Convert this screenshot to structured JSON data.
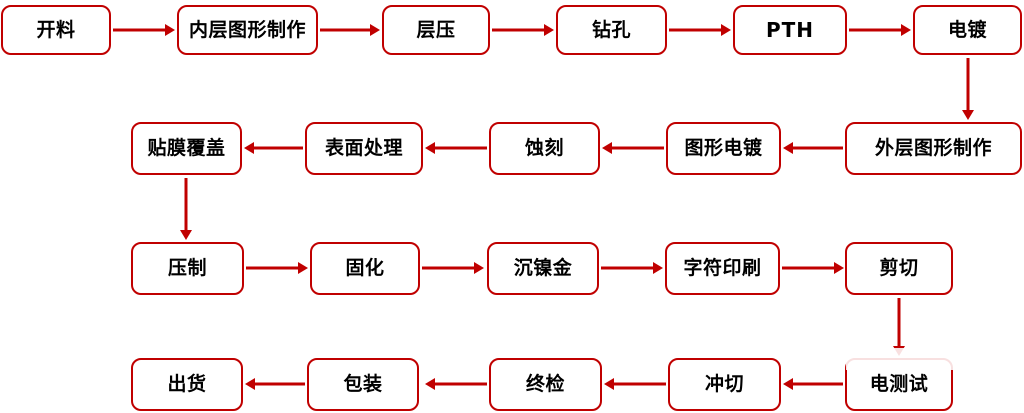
{
  "diagram": {
    "title": "PCB Manufacturing Process Flowchart",
    "colors": {
      "box_border": "#c00000",
      "arrow": "#c00000",
      "text": "#000000",
      "background": "#ffffff"
    },
    "rows": [
      {
        "direction": "left-to-right",
        "nodes": [
          {
            "label": "开料"
          },
          {
            "label": "内层图形制作"
          },
          {
            "label": "层压"
          },
          {
            "label": "钻孔"
          },
          {
            "label": "PTH"
          },
          {
            "label": "电镀"
          }
        ]
      },
      {
        "direction": "right-to-left",
        "nodes": [
          {
            "label": "贴膜覆盖"
          },
          {
            "label": "表面处理"
          },
          {
            "label": "蚀刻"
          },
          {
            "label": "图形电镀"
          },
          {
            "label": "外层图形制作"
          }
        ]
      },
      {
        "direction": "left-to-right",
        "nodes": [
          {
            "label": "压制"
          },
          {
            "label": "固化"
          },
          {
            "label": "沉镍金"
          },
          {
            "label": "字符印刷"
          },
          {
            "label": "剪切"
          }
        ]
      },
      {
        "direction": "right-to-left",
        "nodes": [
          {
            "label": "出货"
          },
          {
            "label": "包装"
          },
          {
            "label": "终检"
          },
          {
            "label": "冲切"
          },
          {
            "label": "电测试"
          }
        ]
      }
    ],
    "connectors": {
      "row1_to_row2": "电镀 → 外层图形制作",
      "row2_to_row3": "贴膜覆盖 → 压制",
      "row3_to_row4": "剪切 → 电测试"
    },
    "sequence": [
      "开料",
      "内层图形制作",
      "层压",
      "钻孔",
      "PTH",
      "电镀",
      "外层图形制作",
      "图形电镀",
      "蚀刻",
      "表面处理",
      "贴膜覆盖",
      "压制",
      "固化",
      "沉镍金",
      "字符印刷",
      "剪切",
      "电测试",
      "冲切",
      "终检",
      "包装",
      "出货"
    ]
  }
}
